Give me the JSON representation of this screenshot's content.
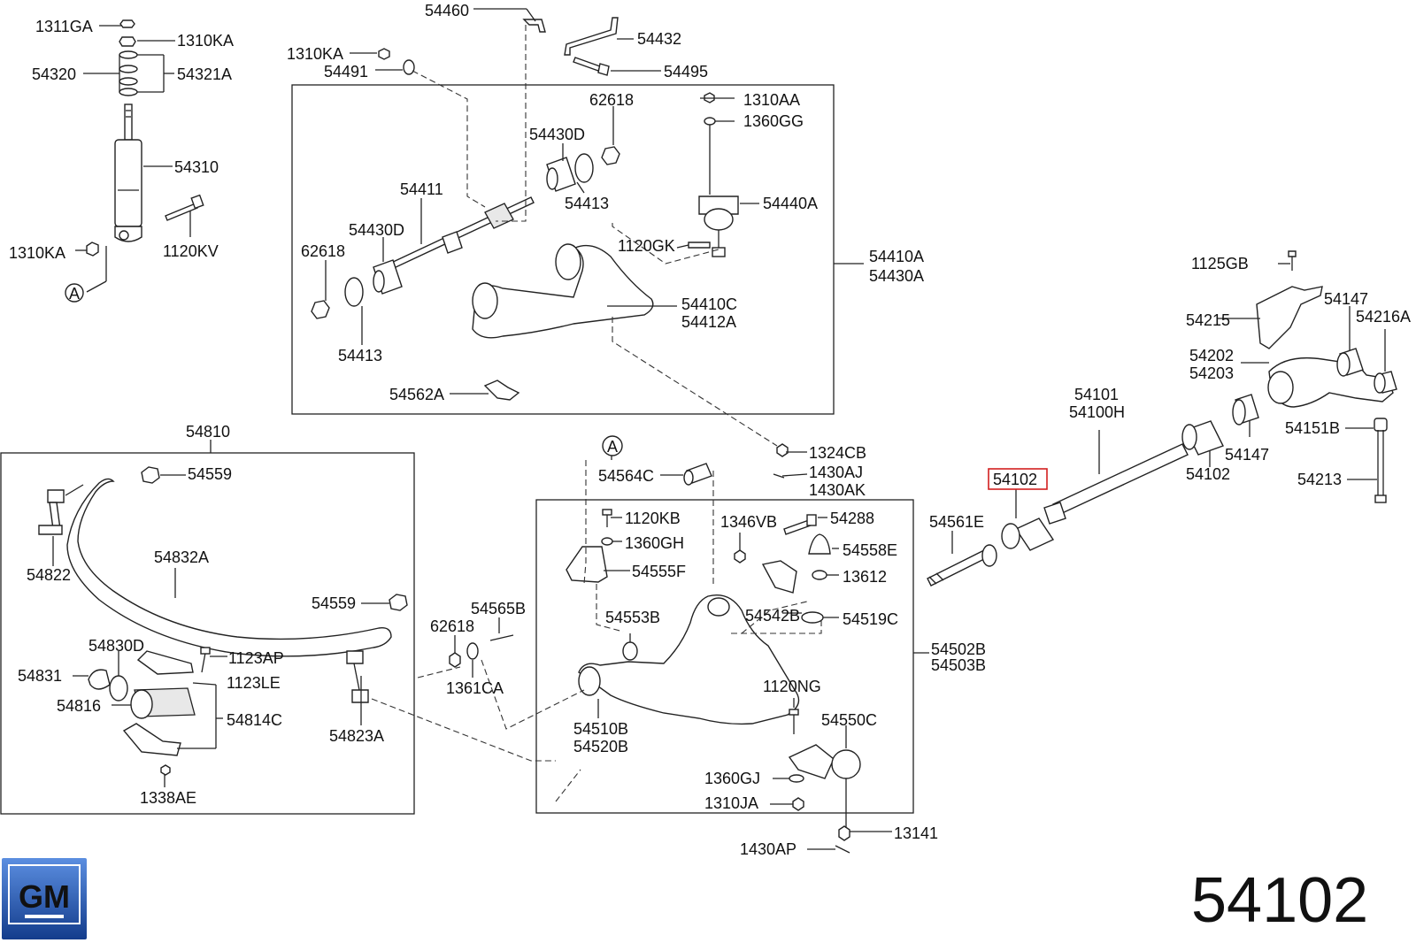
{
  "labels": {
    "l1311GA": "1311GA",
    "l1310KA_top": "1310KA",
    "l54320": "54320",
    "l54321A": "54321A",
    "l54310": "54310",
    "l1120KV": "1120KV",
    "l1310KA_low": "1310KA",
    "lA_top": "A",
    "l54460": "54460",
    "l54432": "54432",
    "l1310KA_mid": "1310KA",
    "l54491": "54491",
    "l54495": "54495",
    "l62618_upper": "62618",
    "l1310AA": "1310AA",
    "l1360GG": "1360GG",
    "l54430D_top": "54430D",
    "l54411": "54411",
    "l54413_upper": "54413",
    "l54440A": "54440A",
    "l54430D_low": "54430D",
    "l62618_left": "62618",
    "l1120GK": "1120GK",
    "l54410A": "54410A",
    "l54430A": "54430A",
    "l54410C": "54410C",
    "l54412A": "54412A",
    "l54413_low": "54413",
    "l54562A": "54562A",
    "l1125GB": "1125GB",
    "l54147_top": "54147",
    "l54215": "54215",
    "l54216A": "54216A",
    "l54202": "54202",
    "l54203": "54203",
    "l54101": "54101",
    "l54100H": "54100H",
    "l54151B": "54151B",
    "l54147_low": "54147",
    "l54102_mid": "54102",
    "l54213": "54213",
    "l54102_red": "54102",
    "l54561E": "54561E",
    "l54810": "54810",
    "l54559_top": "54559",
    "l54822": "54822",
    "l54832A": "54832A",
    "l54559_low": "54559",
    "l54830D": "54830D",
    "l1123AP": "1123AP",
    "l54831": "54831",
    "l1123LE": "1123LE",
    "l54816": "54816",
    "l54814C": "54814C",
    "l54823A": "54823A",
    "l1338AE": "1338AE",
    "lA_mid": "A",
    "l54564C": "54564C",
    "l1324CB": "1324CB",
    "l1430AJ": "1430AJ",
    "l1430AK": "1430AK",
    "l1120KB": "1120KB",
    "l1346VB": "1346VB",
    "l54288": "54288",
    "l1360GH": "1360GH",
    "l54558E": "54558E",
    "l54555F": "54555F",
    "l13612": "13612",
    "l54565B": "54565B",
    "l62618_lower": "62618",
    "l54553B": "54553B",
    "l54542B": "54542B",
    "l54519C": "54519C",
    "l54502B": "54502B",
    "l54503B": "54503B",
    "l1361CA": "1361CA",
    "l1120NG": "1120NG",
    "l54550C": "54550C",
    "l54510B": "54510B",
    "l54520B": "54520B",
    "l1360GJ": "1360GJ",
    "l1310JA": "1310JA",
    "l13141": "13141",
    "l1430AP": "1430AP"
  },
  "part_number": "54102",
  "logo_text": "GM",
  "colors": {
    "highlight": "#d21f1f",
    "logo_blue": "#1f4fa8"
  }
}
